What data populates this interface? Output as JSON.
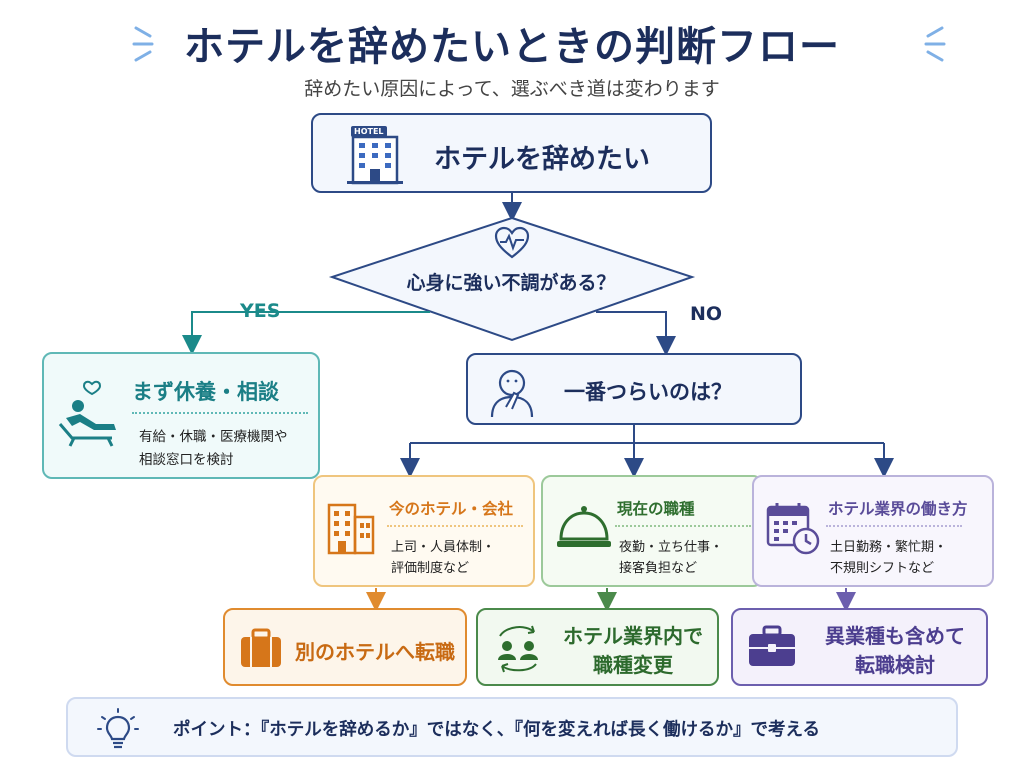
{
  "header": {
    "title": "ホテルを辞めたいときの判断フロー",
    "subtitle": "辞めたい原因によって、選ぶべき道は変わります"
  },
  "start": {
    "label": "ホテルを辞めたい",
    "sign": "HOTEL"
  },
  "question1": {
    "label": "心身に強い不調がある？",
    "yes": "YES",
    "no": "NO"
  },
  "rest": {
    "title": "まず休養・相談",
    "line1": "有給・休職・医療機関や",
    "line2": "相談窓口を検討"
  },
  "question2": {
    "label": "一番つらいのは？"
  },
  "categories": [
    {
      "title": "今のホテル・会社",
      "line1": "上司・人員体制・",
      "line2": "評価制度など"
    },
    {
      "title": "現在の職種",
      "line1": "夜勤・立ち仕事・",
      "line2": "接客負担など"
    },
    {
      "title": "ホテル業界の働き方",
      "line1": "土日勤務・繁忙期・",
      "line2": "不規則シフトなど"
    }
  ],
  "results": [
    {
      "label": "別のホテルへ転職"
    },
    {
      "line1": "ホテル業界内で",
      "line2": "職種変更"
    },
    {
      "line1": "異業種も含めて",
      "line2": "転職検討"
    }
  ],
  "point": {
    "label": "ポイント：『ホテルを辞めるか』ではなく、『何を変えれば長く働けるか』で考える"
  },
  "colors": {
    "navy": "#1c2e5c",
    "teal": "#1b8a8a",
    "orange": "#d6761a",
    "green": "#2e6e2e",
    "purple": "#5a4c99"
  }
}
